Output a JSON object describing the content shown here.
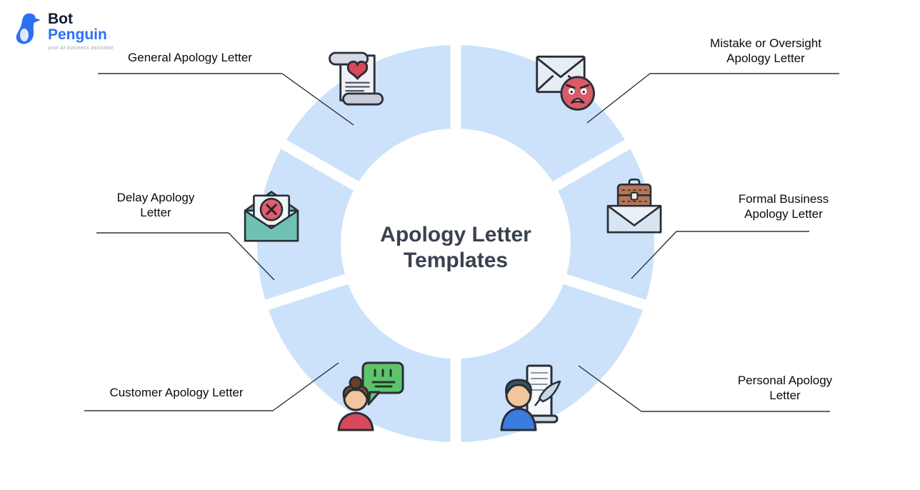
{
  "logo": {
    "brand_top": "Bot",
    "brand_bottom": "Penguin",
    "tagline": "your AI business assistant",
    "icon": "penguin-icon"
  },
  "center_title": {
    "line1": "Apology Letter",
    "line2": "Templates"
  },
  "items": [
    {
      "id": "general",
      "lines": [
        "General Apology Letter"
      ],
      "icon": "heart-scroll-icon",
      "position": "top-left"
    },
    {
      "id": "mistake",
      "lines": [
        "Mistake or Oversight",
        "Apology Letter"
      ],
      "icon": "angry-envelope-icon",
      "position": "top-right"
    },
    {
      "id": "formal",
      "lines": [
        "Formal Business",
        "Apology Letter"
      ],
      "icon": "briefcase-envelope-icon",
      "position": "right"
    },
    {
      "id": "personal",
      "lines": [
        "Personal Apology",
        "Letter"
      ],
      "icon": "person-writing-icon",
      "position": "bottom-right"
    },
    {
      "id": "customer",
      "lines": [
        "Customer Apology Letter"
      ],
      "icon": "customer-chat-icon",
      "position": "bottom-left"
    },
    {
      "id": "delay",
      "lines": [
        "Delay Apology",
        "Letter"
      ],
      "icon": "crossed-envelope-icon",
      "position": "left"
    }
  ],
  "colors": {
    "ring": "#CBE2FA",
    "title": "#3A4150",
    "label": "#0B0B0B",
    "underline": "#63666A",
    "connector": "#25282B",
    "brand_dark": "#101B2E",
    "brand_blue": "#2D6FF2",
    "tagline": "#9AA0A8",
    "heart_red": "#D94856",
    "angry_red": "#DB5A68",
    "briefcase_brown": "#B5765A",
    "bubble_green": "#5EC46C",
    "envelope_teal": "#6FC2B2",
    "shirt_blue": "#3B7CE0"
  }
}
